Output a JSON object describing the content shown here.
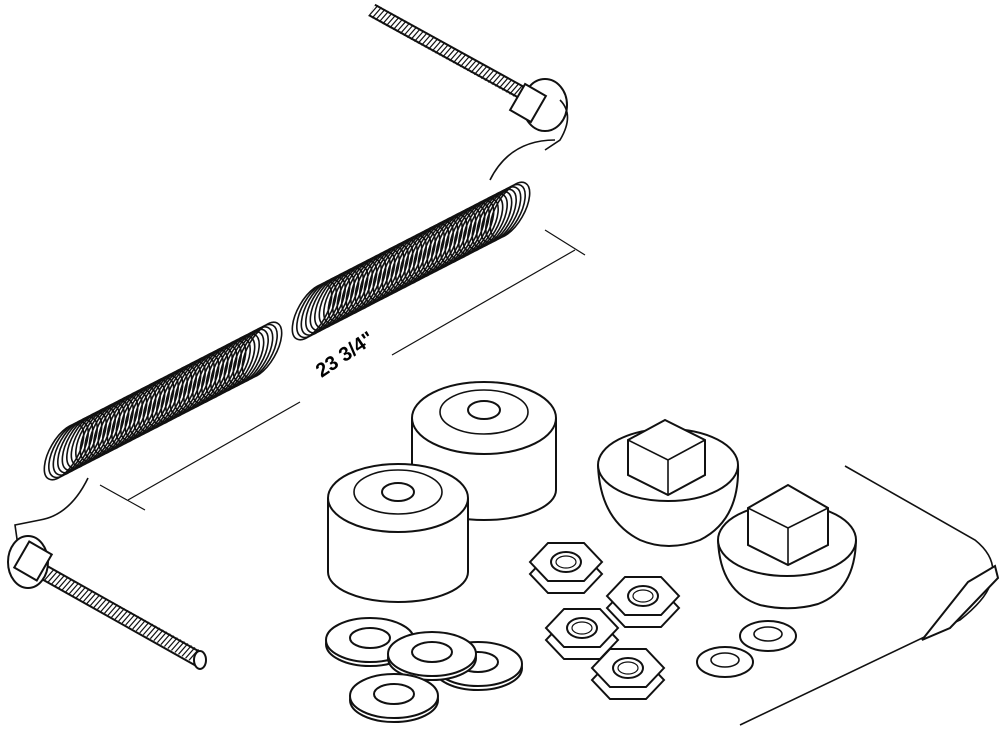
{
  "dimension": {
    "label": "23 3/4\""
  },
  "colors": {
    "line": "#111111",
    "background": "#ffffff"
  },
  "parts": [
    {
      "name": "eye-bolt",
      "count": 2
    },
    {
      "name": "extension-spring",
      "count": 2
    },
    {
      "name": "roller-cap",
      "count": 2
    },
    {
      "name": "square-head-plug",
      "count": 2
    },
    {
      "name": "hex-nut",
      "count": 4
    },
    {
      "name": "flat-washer",
      "count": 4
    },
    {
      "name": "lock-washer",
      "count": 2
    },
    {
      "name": "safety-cable",
      "count": 1
    }
  ]
}
